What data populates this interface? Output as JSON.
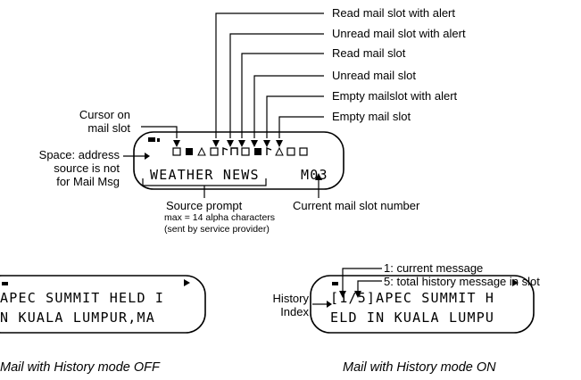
{
  "labels": {
    "read_alert": "Read mail slot with alert",
    "unread_alert": "Unread mail slot with alert",
    "read": "Read mail slot",
    "unread": "Unread mail slot",
    "empty_alert": "Empty mailslot with alert",
    "empty": "Empty mail slot",
    "cursor_line1": "Cursor on",
    "cursor_line2": "mail slot",
    "space_line1": "Space: address",
    "space_line2": "source is not",
    "space_line3": "for Mail Msg",
    "source_prompt": "Source prompt",
    "source_note1": "max = 14 alpha characters",
    "source_note2": "(sent by service provider)",
    "slot_number": "Current mail slot number",
    "current_msg": "1: current message",
    "total_msg": "5: total history message in slot",
    "history_line1": "History",
    "history_line2": "Index"
  },
  "main_display": {
    "text": "WEATHER NEWS",
    "slot": "M03"
  },
  "history_off": {
    "line1": "APEC SUMMIT HELD I",
    "line2": "N KUALA LUMPUR,MA",
    "caption": "Mail with History mode OFF"
  },
  "history_on": {
    "line1": "[1/5]APEC SUMMIT H",
    "line2": "ELD IN KUALA LUMPU",
    "caption": "Mail with History mode ON"
  },
  "icons": [
    "speaker-icon",
    "space-marker-icon",
    "unread-mail-icon",
    "cursor-block-icon",
    "empty-alert-icon",
    "unread-mail-icon",
    "bell-icon",
    "double-note-icon",
    "unread-mail-icon",
    "read-mail-icon",
    "bell-icon",
    "empty-slot-icon",
    "unread-mail-icon",
    "unread-mail-icon"
  ],
  "colors": {
    "ink": "#000000",
    "background": "#ffffff"
  }
}
